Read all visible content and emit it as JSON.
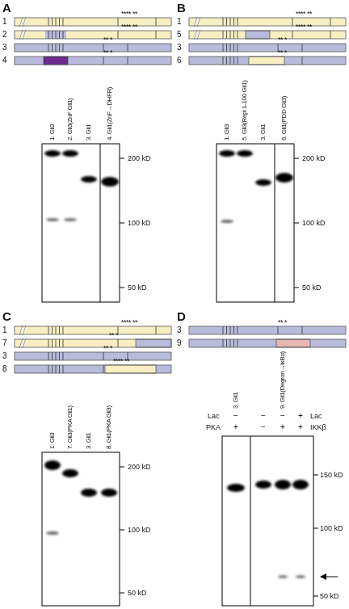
{
  "diagram": {
    "nodes": [
      {
        "text": [
          "1"
        ]
      },
      {
        "text": [
          "2"
        ]
      },
      {
        "text": [
          "3"
        ]
      },
      {
        "text": [
          "4"
        ]
      },
      {
        "text": [
          "1"
        ]
      },
      {
        "text": [
          "5"
        ]
      },
      {
        "text": [
          "3"
        ]
      },
      {
        "text": [
          "6"
        ]
      },
      {
        "text": [
          "1"
        ]
      },
      {
        "text": [
          "7"
        ]
      },
      {
        "text": [
          "3"
        ]
      },
      {
        "text": [
          "8"
        ]
      },
      {
        "text": [
          "3"
        ]
      },
      {
        "text": [
          "9"
        ]
      }
    ],
    "labels": [
      "A",
      "**** **",
      "**** **",
      "** *",
      "** *",
      "1. Gli3",
      "2. Gli3(ZnF Gli1)",
      "3. Gli1",
      "4. Gli1(ZnF→DHFR)",
      "200 kD",
      "100 kD",
      "50 kD",
      "B",
      "**** **",
      "**** **",
      "** *",
      "** *",
      "1. Gli3",
      "5. Gli3(Repl 1-100 Gli1)",
      "3. Gli1",
      "6. Gli1(PDD Gli3)",
      "200 kD",
      "100 kD",
      "50 kD",
      "C",
      "**** **",
      "** *",
      "** *",
      "**** **",
      "1. Gli3",
      "7. Gli3(PKA Gli1)",
      "3. Gli1",
      "8. Gli1(PKA Gli3)",
      "200 kD",
      "100 kD",
      "50 kD",
      "D",
      "** *",
      "3. Gli1",
      "9. Gli1(Degron→IκBα)",
      "Lac",
      "−",
      "−",
      "−",
      "+",
      "Lac",
      "PKA",
      "+",
      "−",
      "+",
      "+",
      "IKKβ",
      "150 kD",
      "100 kD",
      "50 kD"
    ]
  }
}
